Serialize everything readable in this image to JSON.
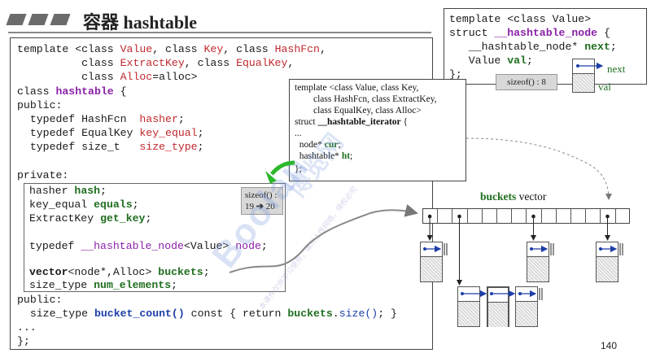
{
  "header": {
    "title": "容器 hashtable",
    "page_number": "140"
  },
  "colors": {
    "keyword_red": "#c0282d",
    "type_purple": "#8b22a8",
    "member_green": "#1f6e1f",
    "func_blue": "#1d3fa8",
    "arrow_green": "#2db82d",
    "title_bar": "#6b6b6b"
  },
  "main_code": {
    "l1": {
      "a": "template <class ",
      "b": "Value",
      "c": ", class ",
      "d": "Key",
      "e": ", class ",
      "f": "HashFcn",
      "g": ","
    },
    "l2": {
      "a": "          class ",
      "b": "ExtractKey",
      "c": ", class ",
      "d": "EqualKey",
      "e": ","
    },
    "l3": {
      "a": "          class ",
      "b": "Alloc",
      "c": "=alloc>"
    },
    "l4": {
      "a": "class ",
      "b": "hashtable",
      "c": " {"
    },
    "l5": "public:",
    "l6": {
      "a": "  typedef HashFcn  ",
      "b": "hasher",
      "c": ";"
    },
    "l7": {
      "a": "  typedef EqualKey ",
      "b": "key_equal",
      "c": ";"
    },
    "l8": {
      "a": "  typedef size_t   ",
      "b": "size_type",
      "c": ";"
    },
    "l9": "private:",
    "l10": {
      "a": "hasher ",
      "b": "hash",
      "c": ";"
    },
    "l11": {
      "a": "key_equal ",
      "b": "equals",
      "c": ";"
    },
    "l12": {
      "a": "ExtractKey ",
      "b": "get_key",
      "c": ";"
    },
    "l13": {
      "a": "typedef ",
      "b": "__hashtable_node",
      "c": "<Value> ",
      "d": "node",
      "e": ";"
    },
    "l14": {
      "a": "vector",
      "b": "<node*,Alloc> ",
      "c": "buckets",
      "d": ";"
    },
    "l15": {
      "a": "size_type ",
      "b": "num_elements",
      "c": ";"
    },
    "l16": "public:",
    "l17": {
      "a": "  size_type ",
      "b": "bucket_count()",
      "c": " const { return ",
      "d": "buckets",
      "e": ".",
      "f": "size()",
      "g": "; }"
    },
    "l18": "...",
    "l19": "};",
    "sizeof_label": "sizeof() :",
    "sizeof_value_from": "19",
    "sizeof_arrow": "➔",
    "sizeof_value_to": "20"
  },
  "node_code": {
    "l1": "template <class Value>",
    "l2": {
      "a": "struct ",
      "b": "__hashtable_node",
      "c": " {"
    },
    "l3": {
      "a": "   __hashtable_node* ",
      "b": "next",
      "c": ";"
    },
    "l4": {
      "a": "   Value ",
      "b": "val",
      "c": ";"
    },
    "l5": "};",
    "sizeof_text": "sizeof() : 8",
    "next_label": "next",
    "val_label": "val"
  },
  "iterator_code": {
    "l1": "template <class Value, class Key,",
    "l2": "        class HashFcn, class ExtractKey,",
    "l3": "        class EqualKey, class Alloc>",
    "l4": {
      "a": "struct ",
      "b": "__hashtable_iterator",
      "c": " {"
    },
    "l5": "...",
    "l6": {
      "a": "  node* ",
      "b": "cur",
      "c": ";"
    },
    "l7": {
      "a": "  hashtable* ",
      "b": "ht",
      "c": ";"
    },
    "l8": "};"
  },
  "buckets_diagram": {
    "label_bold": "buckets",
    "label_plain": "vector",
    "cell_count": 14
  },
  "watermark": {
    "big": "Boolan",
    "chinese": "博览网",
    "small": "本课件仅供学习使用，请勿上传网络，侵权必究"
  }
}
